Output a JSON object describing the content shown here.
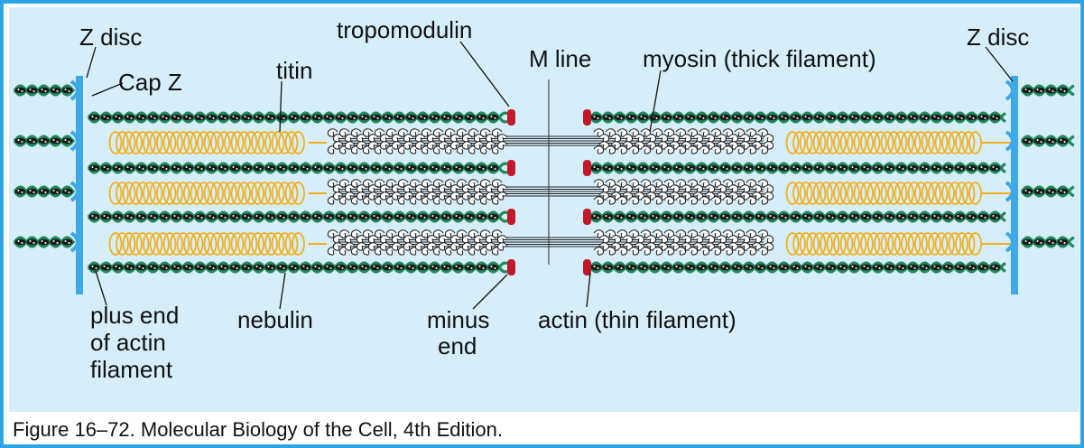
{
  "labels": {
    "z_disc_left": "Z disc",
    "cap_z": "Cap Z",
    "titin": "titin",
    "tropomodulin": "tropomodulin",
    "m_line": "M line",
    "myosin": "myosin (thick filament)",
    "z_disc_right": "Z disc",
    "plus_end_line1": "plus end",
    "plus_end_line2": "of actin",
    "plus_end_line3": "filament",
    "nebulin": "nebulin",
    "minus_end_line1": "minus",
    "minus_end_line2": "end",
    "actin": "actin (thin filament)"
  },
  "caption": "Figure 16–72. Molecular Biology of the Cell, 4th Edition.",
  "colors": {
    "frame": "#2ea3e6",
    "background": "#d6eef9",
    "z_disc": "#3fa9e8",
    "actin": "#1f8a5a",
    "actin_beads": "#1a1a1a",
    "titin": "#f2b01e",
    "myosin": "#222222",
    "tropomodulin": "#c2182b"
  }
}
